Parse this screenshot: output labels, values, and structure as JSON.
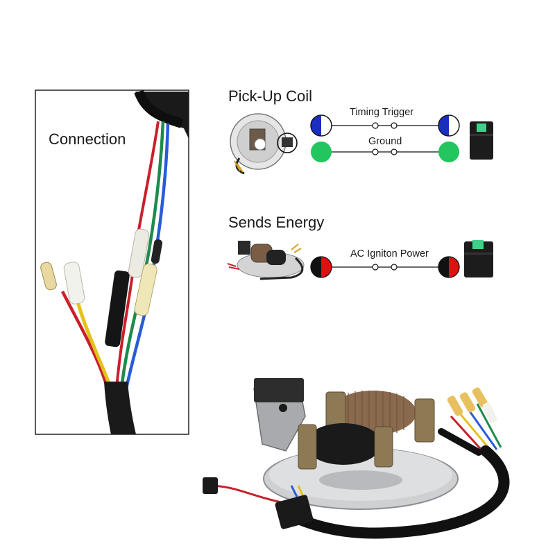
{
  "panel": {
    "label": "Connection"
  },
  "sections": [
    {
      "title": "Pick-Up Coil",
      "wires": [
        {
          "label": "Timing Trigger",
          "terminal_color": "#1a2fbf"
        },
        {
          "label": "Ground",
          "terminal_color": "#22c55e"
        }
      ]
    },
    {
      "title": "Sends Energy",
      "wires": [
        {
          "label": "AC Igniton Power",
          "terminal_color": "#e01010"
        }
      ]
    }
  ],
  "colors": {
    "wire_red": "#c8202a",
    "wire_yellow": "#e3c21a",
    "wire_green": "#1f8a4c",
    "wire_blue": "#2a5bd7",
    "wire_black": "#1a1a1a",
    "connector_green": "#3fd08a",
    "copper": "#8a6a4e"
  }
}
